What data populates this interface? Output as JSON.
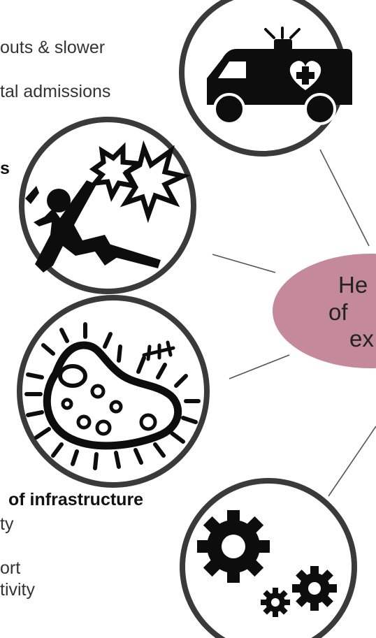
{
  "texts": {
    "ambulance_line1": "outs & slower",
    "ambulance_line2": "tal admissions",
    "injury_heading": "s",
    "infrastructure_heading": "of infrastructure",
    "infrastructure_line1": "ty",
    "infrastructure_line2": "ort",
    "infrastructure_line3": "tivity"
  },
  "center": {
    "line1": "He",
    "line2": "of",
    "line3": "ex"
  },
  "icons": [
    "ambulance-icon",
    "accident-icon",
    "bacteria-icon",
    "gears-icon"
  ],
  "colors": {
    "center_fill": "#c48a9c",
    "ring": "#3a3a3a",
    "icon": "#0d0d0d",
    "connector": "#555555"
  }
}
